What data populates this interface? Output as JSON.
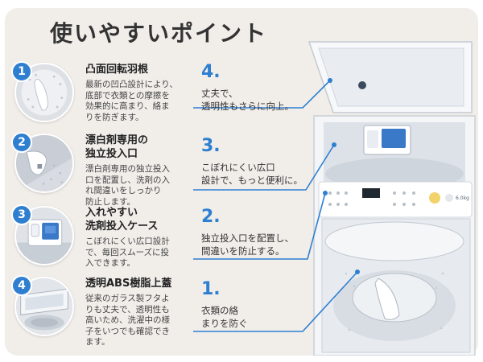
{
  "title": "使いやすいポイント",
  "features": [
    {
      "number": "1",
      "heading": "凸面回転羽根",
      "body": "最新の凹凸設計により、\n底部で衣類との摩擦を\n効果的に高まり、絡ま\nりを防ぎます。",
      "icon": "pulsator-icon"
    },
    {
      "number": "2",
      "heading": "漂白剤専用の\n独立投入口",
      "body": "漂白剤専用の独立投入\n口を配置し、洗剤の入\nれ間違いをしっかり\n防止します。",
      "icon": "bleach-inlet-icon"
    },
    {
      "number": "3",
      "heading": "入れやすい\n洗剤投入ケース",
      "body": "こぼれにくい広口設計\nで、毎回スムーズに投\n入できます。",
      "icon": "detergent-case-icon"
    },
    {
      "number": "4",
      "heading": "透明ABS樹脂上蓋",
      "body": "従来のガラス製フタよ\nりも丈夫で、透明性も\n高いため、洗濯中の様\n子をいつでも確認でき\nます。",
      "icon": "transparent-lid-icon"
    }
  ],
  "callouts": [
    {
      "number": "4.",
      "text": "丈夫で、\n透明性もさらに向上。"
    },
    {
      "number": "3.",
      "text": "こぼれにくい広口\n設計で、もっと便利に。"
    },
    {
      "number": "2.",
      "text": "独立投入口を配置し、\n間違いを防止する。"
    },
    {
      "number": "1.",
      "text": "衣類の絡\nまりを防ぐ"
    }
  ],
  "machine": {
    "capacity_label": "6.0kg"
  },
  "colors": {
    "accent": "#2f7fd1",
    "panel": "#f1eeea",
    "text": "#333333"
  }
}
